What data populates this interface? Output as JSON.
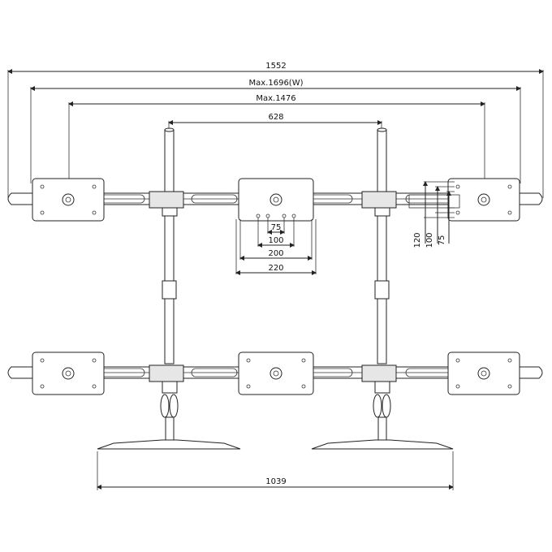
{
  "dimensions": {
    "overall_width": "1552",
    "max_w": "Max.1696(W)",
    "max_1476": "Max.1476",
    "pole_spacing": "628",
    "base_span": "1039"
  },
  "vesa": {
    "h75": "75",
    "h100": "100",
    "h200": "200",
    "h220": "220",
    "v120": "120",
    "v100": "100",
    "v75": "75"
  }
}
